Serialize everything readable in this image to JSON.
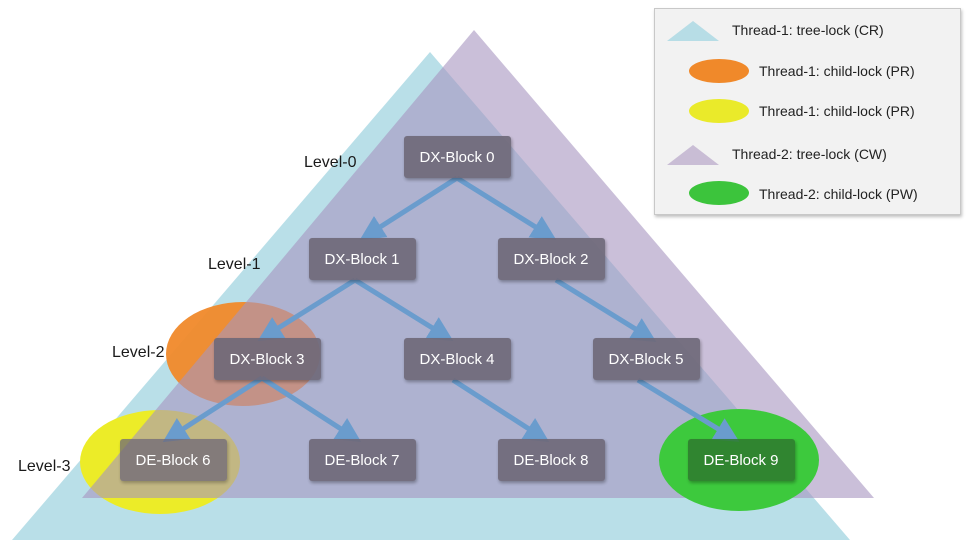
{
  "levels": [
    "Level-0",
    "Level-1",
    "Level-2",
    "Level-3"
  ],
  "blocks": [
    "DX-Block 0",
    "DX-Block 1",
    "DX-Block 2",
    "DX-Block 3",
    "DX-Block 4",
    "DX-Block 5",
    "DE-Block 6",
    "DE-Block 7",
    "DE-Block 8",
    "DE-Block 9"
  ],
  "edges": [
    [
      "DX-Block 0",
      "DX-Block 1"
    ],
    [
      "DX-Block 0",
      "DX-Block 2"
    ],
    [
      "DX-Block 1",
      "DX-Block 3"
    ],
    [
      "DX-Block 1",
      "DX-Block 4"
    ],
    [
      "DX-Block 2",
      "DX-Block 5"
    ],
    [
      "DX-Block 3",
      "DE-Block 6"
    ],
    [
      "DX-Block 3",
      "DE-Block 7"
    ],
    [
      "DX-Block 4",
      "DE-Block 8"
    ],
    [
      "DX-Block 5",
      "DE-Block 9"
    ]
  ],
  "legend": [
    {
      "label": "Thread-1: tree-lock (CR)",
      "shape": "triangle",
      "color": "#b7dde6"
    },
    {
      "label": "Thread-1: child-lock (PR)",
      "shape": "ellipse",
      "color": "#f0892a"
    },
    {
      "label": "Thread-1: child-lock (PR)",
      "shape": "ellipse",
      "color": "#eaea2a"
    },
    {
      "label": "Thread-2: tree-lock (CW)",
      "shape": "triangle",
      "color": "#c9bdd5"
    },
    {
      "label": "Thread-2: child-lock (PW)",
      "shape": "ellipse",
      "color": "#3cc43c"
    }
  ],
  "colors": {
    "block_fill": "#6e6878",
    "edge": "#6a9ccd"
  }
}
